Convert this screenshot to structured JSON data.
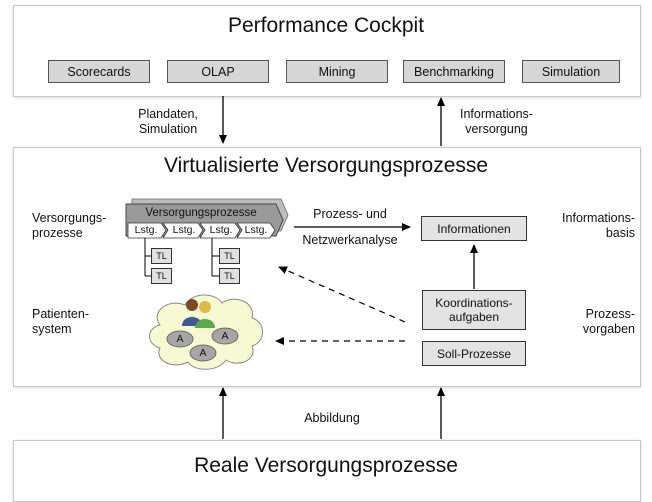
{
  "top": {
    "title": "Performance Cockpit",
    "tools": [
      "Scorecards",
      "OLAP",
      "Mining",
      "Benchmarking",
      "Simulation"
    ]
  },
  "flows": {
    "left_top": [
      "Plandaten,",
      "Simulation"
    ],
    "right_top": [
      "Informations-",
      "versorgung"
    ],
    "bottom": "Abbildung"
  },
  "middle": {
    "title": "Virtualisierte Versorgungsprozesse",
    "left_label": [
      "Versorgungs-",
      "prozesse"
    ],
    "process_title": "Versorgungsprozesse",
    "steps": [
      "Lstg.",
      "Lstg.",
      "Lstg.",
      "Lstg."
    ],
    "tl": "TL",
    "analysis": [
      "Prozess- und",
      "Netzwerkanalyse"
    ],
    "info_box": "Informationen",
    "info_label": [
      "Informations-",
      "basis"
    ],
    "patient_label": [
      "Patienten-",
      "system"
    ],
    "actor": "A",
    "coord_box": [
      "Koordinations-",
      "aufgaben"
    ],
    "soll_box": "Soll-Prozesse",
    "prozess_label": [
      "Prozess-",
      "vorgaben"
    ]
  },
  "bottom": {
    "title": "Reale Versorgungsprozesse"
  }
}
